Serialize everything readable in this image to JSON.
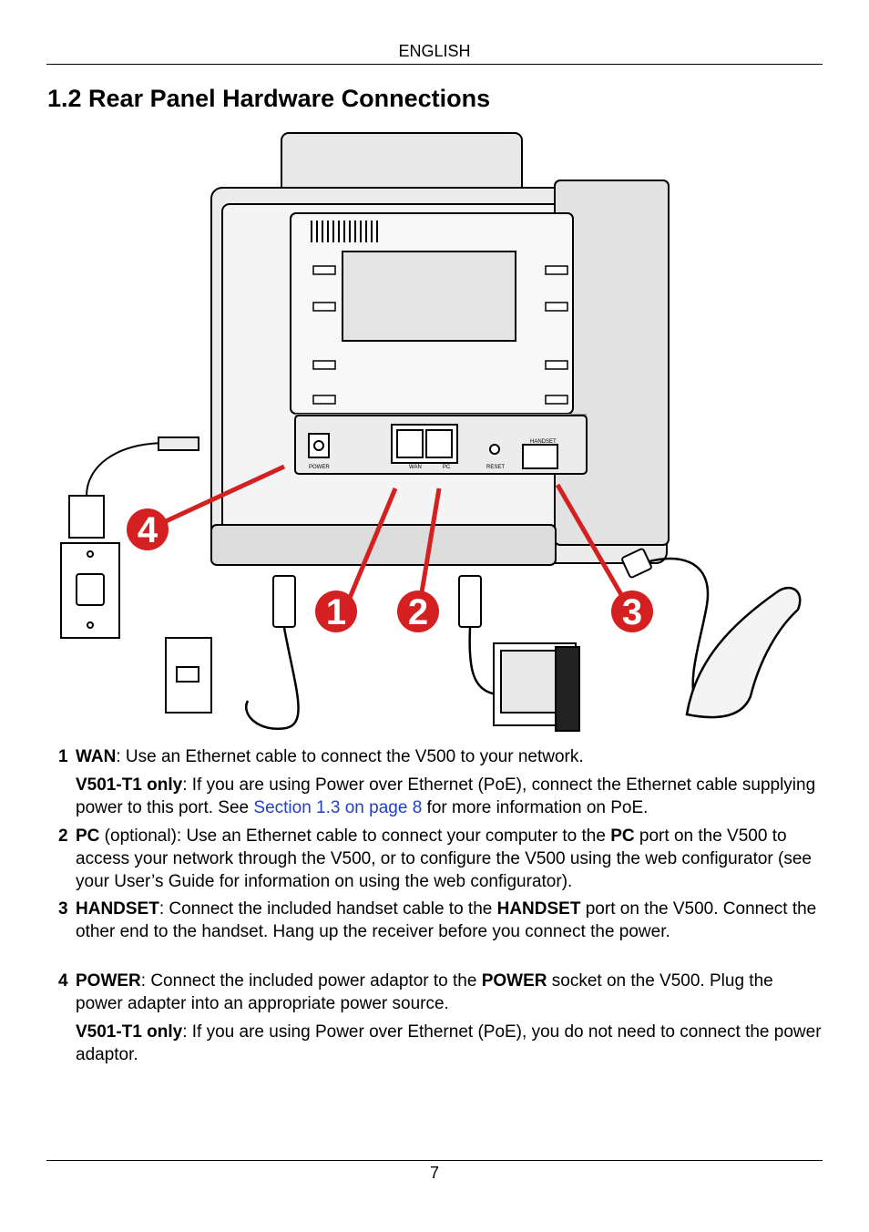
{
  "header": {
    "language": "ENGLISH"
  },
  "section": {
    "title": "1.2 Rear Panel Hardware Connections"
  },
  "figure": {
    "port_labels": [
      "POWER",
      "WAN",
      "PC",
      "RESET",
      "HANDSET"
    ],
    "callouts": [
      "4",
      "1",
      "2",
      "3"
    ]
  },
  "items": [
    {
      "number": "1",
      "term": "WAN",
      "text": ": Use an Ethernet cable to connect the V500 to your network.",
      "note_term": "V501-T1 only",
      "note_text_a": ": If you are using Power over Ethernet (PoE), connect the Ethernet cable supplying power to this port. See ",
      "note_link": "Section 1.3 on page 8",
      "note_text_b": " for more information on PoE."
    },
    {
      "number": "2",
      "term": "PC",
      "text_a": " (optional): Use an Ethernet cable to connect your computer to the ",
      "term_b": "PC",
      "text_b": " port on the V500 to access your network through the V500, or to configure the V500 using the web configurator (see your User’s Guide for information on using the web configurator)."
    },
    {
      "number": "3",
      "term": "HANDSET",
      "text_a": ": Connect the included handset cable to the ",
      "term_b": "HANDSET",
      "text_b": " port on the V500. Connect the other end to the handset. Hang up the receiver before you connect the power."
    },
    {
      "number": "4",
      "term": "POWER",
      "text_a": ": Connect the included power adaptor to the ",
      "term_b": "POWER",
      "text_b": " socket on the V500. Plug the power adapter into an appropriate power source.",
      "note_term": "V501-T1 only",
      "note_text": ": If you are using Power over Ethernet (PoE), you do not need to connect the power adaptor."
    }
  ],
  "footer": {
    "page_number": "7"
  }
}
